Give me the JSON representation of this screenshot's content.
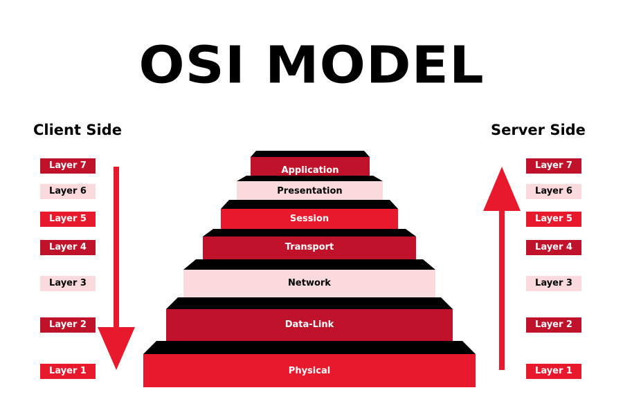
{
  "title": "OSI MODEL",
  "client_side": {
    "title": "Client Side",
    "arrow_direction": "down"
  },
  "server_side": {
    "title": "Server Side",
    "arrow_direction": "up"
  },
  "colors": {
    "dark_red": "#c0132b",
    "bright_red": "#e8192c",
    "light_pink": "#fadadd",
    "black": "#000000",
    "arrow_red": "#e8192c"
  },
  "layers": [
    {
      "number": 7,
      "label": "Layer 7",
      "name": "Application",
      "fill": "dark",
      "text": "light"
    },
    {
      "number": 6,
      "label": "Layer 6",
      "name": "Presentation",
      "fill": "pink",
      "text": "dark"
    },
    {
      "number": 5,
      "label": "Layer 5",
      "name": "Session",
      "fill": "red",
      "text": "light"
    },
    {
      "number": 4,
      "label": "Layer 4",
      "name": "Transport",
      "fill": "dark",
      "text": "light"
    },
    {
      "number": 3,
      "label": "Layer 3",
      "name": "Network",
      "fill": "pink",
      "text": "dark"
    },
    {
      "number": 2,
      "label": "Layer 2",
      "name": "Data-Link",
      "fill": "dark",
      "text": "light"
    },
    {
      "number": 1,
      "label": "Layer 1",
      "name": "Physical",
      "fill": "red",
      "text": "light"
    }
  ]
}
